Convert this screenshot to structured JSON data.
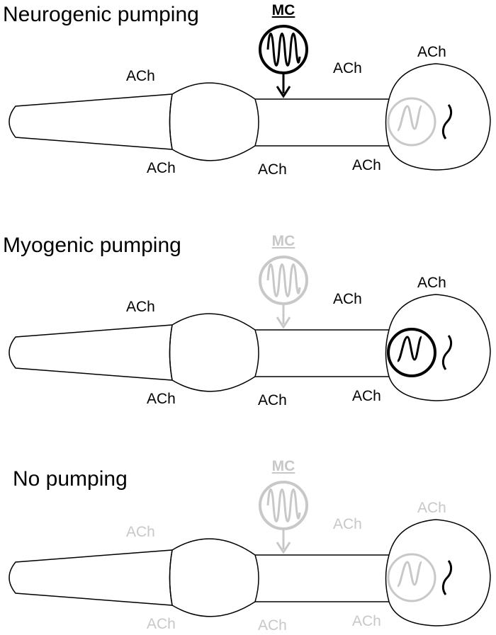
{
  "colors": {
    "active": "#000000",
    "inactive": "#c8c8c8"
  },
  "panels": [
    {
      "title": "Neurogenic pumping",
      "mc_label": "MC",
      "mc_state": "active",
      "myogenic_state": "inactive",
      "ach_color": "active",
      "ach": {
        "corpus_top": "ACh",
        "corpus_bottom": "ACh",
        "isthmus_bottom": "ACh",
        "isthmus_top": "ACh",
        "bulb_bottom": "ACh",
        "bulb_top": "ACh"
      }
    },
    {
      "title": "Myogenic pumping",
      "mc_label": "MC",
      "mc_state": "inactive",
      "myogenic_state": "active",
      "ach_color": "active",
      "ach": {
        "corpus_top": "ACh",
        "corpus_bottom": "ACh",
        "isthmus_bottom": "ACh",
        "isthmus_top": "ACh",
        "bulb_bottom": "ACh",
        "bulb_top": "ACh"
      }
    },
    {
      "title": "No pumping",
      "mc_label": "MC",
      "mc_state": "inactive",
      "myogenic_state": "inactive",
      "ach_color": "inactive",
      "ach": {
        "corpus_top": "ACh",
        "corpus_bottom": "ACh",
        "isthmus_bottom": "ACh",
        "isthmus_top": "ACh",
        "bulb_bottom": "ACh",
        "bulb_top": "ACh"
      }
    }
  ]
}
